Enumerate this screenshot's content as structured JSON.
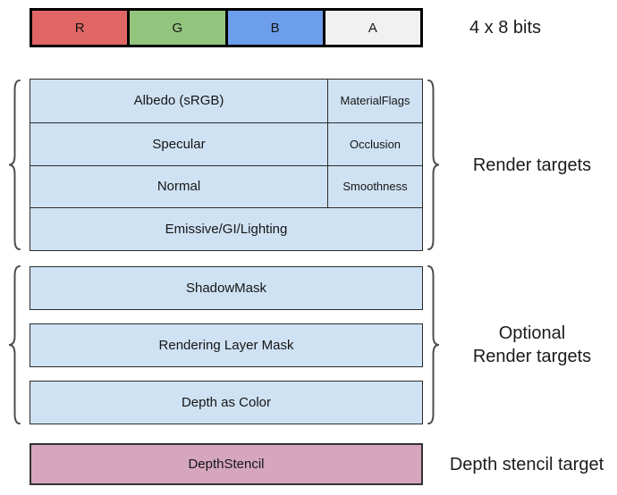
{
  "pixel_bar": {
    "caption": "4 x 8 bits",
    "cells": [
      {
        "label": "R",
        "color": "#e06666"
      },
      {
        "label": "G",
        "color": "#93c47d"
      },
      {
        "label": "B",
        "color": "#6d9eeb"
      },
      {
        "label": "A",
        "color": "#f1f1f1"
      }
    ]
  },
  "render_targets": {
    "caption": "Render targets",
    "rows": [
      {
        "main": "Albedo (sRGB)",
        "alpha": "MaterialFlags"
      },
      {
        "main": "Specular",
        "alpha": "Occlusion"
      },
      {
        "main": "Normal",
        "alpha": "Smoothness"
      },
      {
        "main": "Emissive/GI/Lighting"
      }
    ]
  },
  "optional_targets": {
    "caption_line1": "Optional",
    "caption_line2": "Render targets",
    "rows": [
      "ShadowMask",
      "Rendering Layer Mask",
      "Depth as Color"
    ]
  },
  "depth_stencil": {
    "label": "DepthStencil",
    "caption": "Depth stencil target",
    "color": "#d5a6bd"
  },
  "palette": {
    "target_fill": "#cfe2f3",
    "border_dark": "#2b2b2b",
    "brace_gray": "#4d4d4d"
  }
}
